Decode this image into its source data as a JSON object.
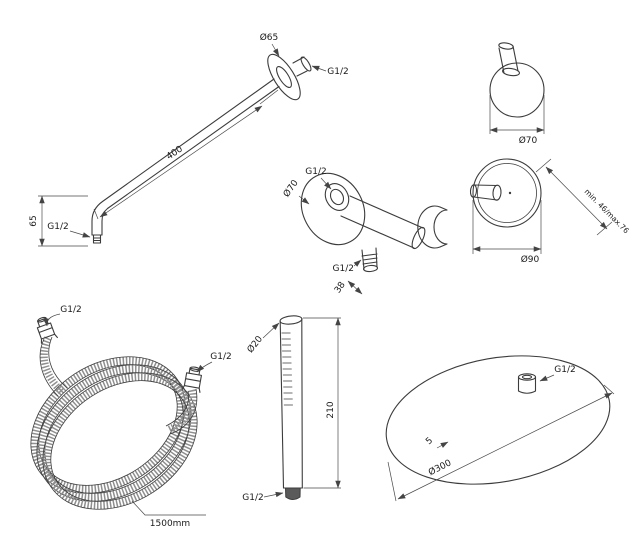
{
  "components": {
    "shower_arm": {
      "flange_diameter": "Ø65",
      "wall_thread": "G1/2",
      "length": "400",
      "drop_height": "65",
      "outlet_thread": "G1/2"
    },
    "mixer_small": {
      "diameter": "Ø70"
    },
    "mixer_large": {
      "diameter": "Ø90",
      "depth_range": "min. 46/max.76"
    },
    "wall_outlet": {
      "flange_diameter": "Ø70",
      "top_thread": "G1/2",
      "bottom_thread": "G1/2",
      "depth": "38"
    },
    "hose": {
      "thread_left": "G1/2",
      "thread_right": "G1/2",
      "length": "1500mm"
    },
    "hand_shower": {
      "diameter": "Ø20",
      "length": "210",
      "thread": "G1/2"
    },
    "head": {
      "thread": "G1/2",
      "thickness": "5",
      "diameter": "Ø300"
    }
  }
}
